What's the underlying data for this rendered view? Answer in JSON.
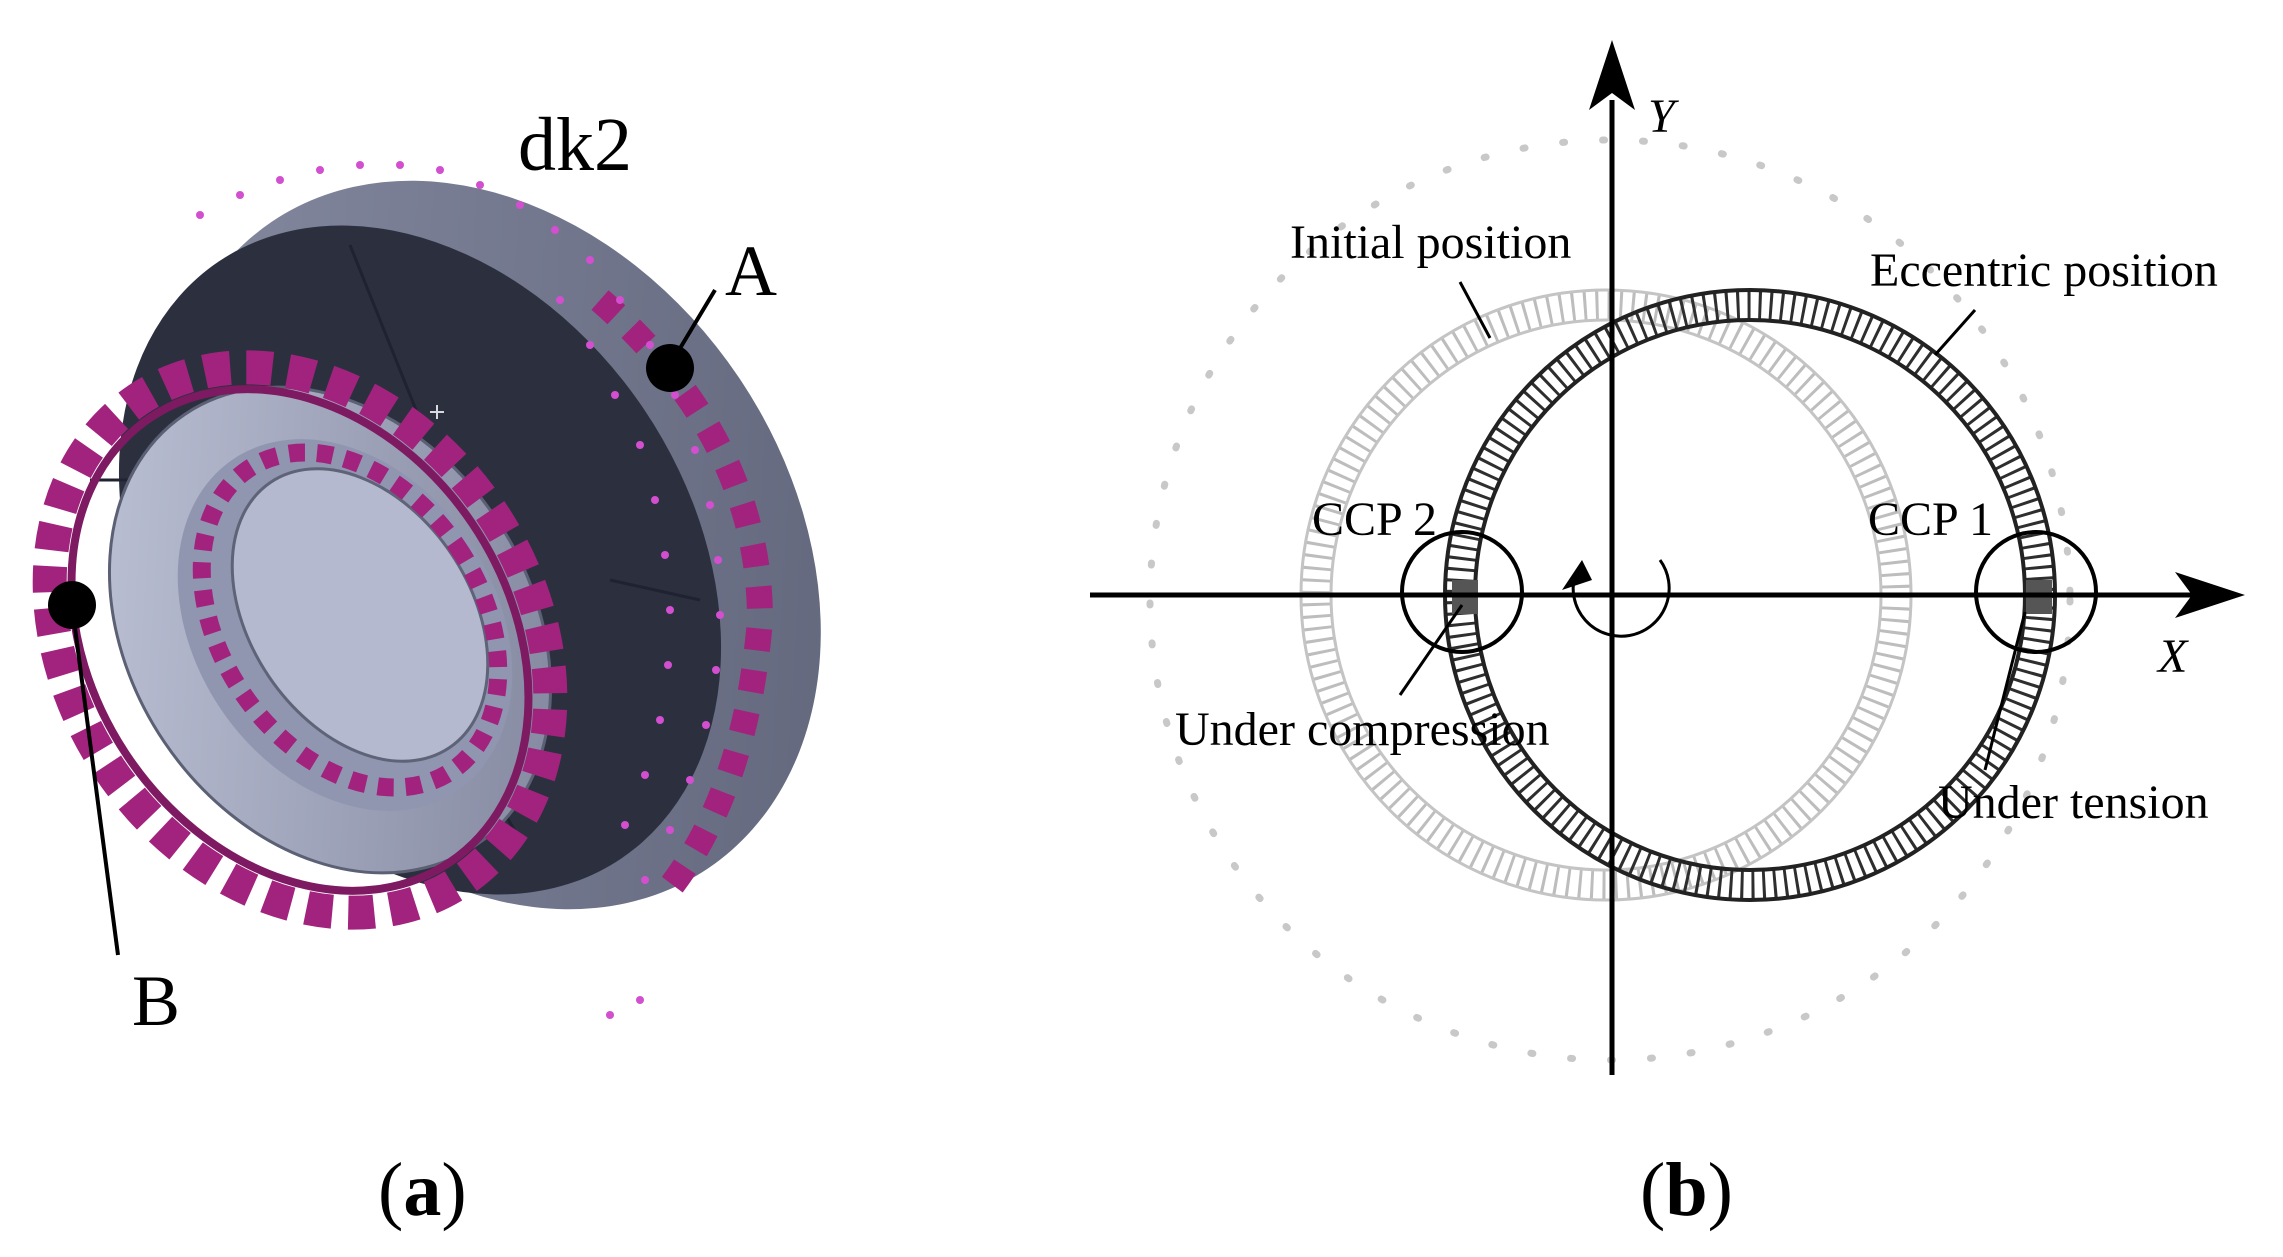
{
  "panel_a": {
    "title": "dk2",
    "point_a": "A",
    "point_b": "B",
    "caption_open": "(",
    "caption_letter": "a",
    "caption_close": ")"
  },
  "panel_b": {
    "axis_y": "Y",
    "axis_x": "X",
    "initial_position": "Initial position",
    "eccentric_position": "Eccentric position",
    "ccp2": "CCP 2",
    "ccp1": "CCP 1",
    "under_compression": "Under compression",
    "under_tension": "Under tension",
    "caption_open": "(",
    "caption_letter": "b",
    "caption_close": ")"
  },
  "colors": {
    "outer_ring": "#61677d",
    "ring_face_dark": "#2c303e",
    "inner_metal": "#a3a9c2",
    "teeth_magenta": "#a2237e",
    "dots_magenta": "#d24fd0",
    "initial_ring": "#bdbdbd",
    "eccentric_ring": "#2e2e2e"
  }
}
